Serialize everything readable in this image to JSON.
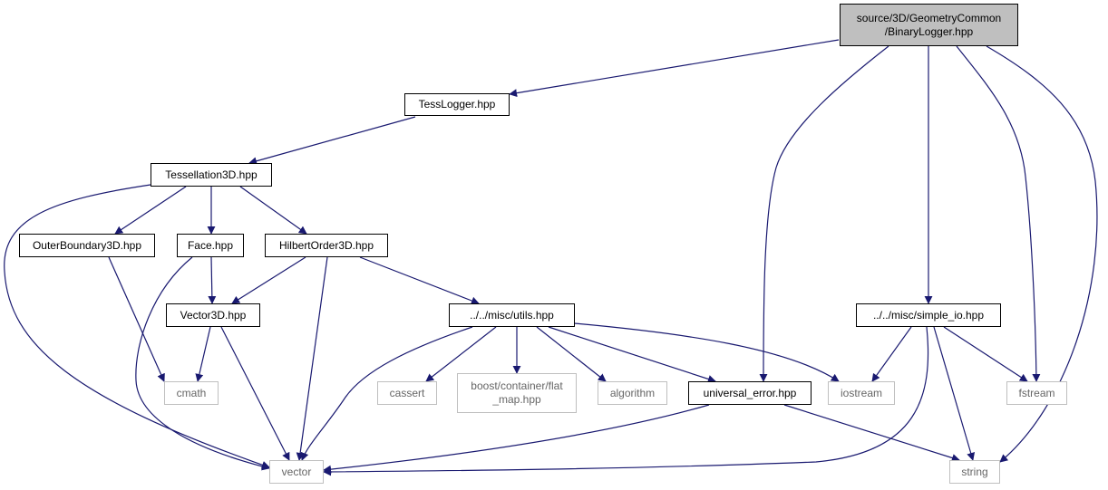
{
  "graph": {
    "title": "source/3D/GeometryCommon/BinaryLogger.hpp",
    "colors": {
      "edge": "#191970",
      "root_fill": "#bfbfbf",
      "node_border": "#000000",
      "system_border": "#bfbfbf",
      "system_text": "#666666"
    },
    "nodes": [
      {
        "id": "root",
        "label": "source/3D/GeometryCommon\n/BinaryLogger.hpp",
        "kind": "root"
      },
      {
        "id": "tesslogger",
        "label": "TessLogger.hpp",
        "kind": "local"
      },
      {
        "id": "tess3d",
        "label": "Tessellation3D.hpp",
        "kind": "local"
      },
      {
        "id": "outer",
        "label": "OuterBoundary3D.hpp",
        "kind": "local"
      },
      {
        "id": "face",
        "label": "Face.hpp",
        "kind": "local"
      },
      {
        "id": "hilbert",
        "label": "HilbertOrder3D.hpp",
        "kind": "local"
      },
      {
        "id": "vector3d",
        "label": "Vector3D.hpp",
        "kind": "local"
      },
      {
        "id": "utils",
        "label": "../../misc/utils.hpp",
        "kind": "local"
      },
      {
        "id": "simpleio",
        "label": "../../misc/simple_io.hpp",
        "kind": "local"
      },
      {
        "id": "univerr",
        "label": "universal_error.hpp",
        "kind": "local"
      },
      {
        "id": "cmath",
        "label": "cmath",
        "kind": "system"
      },
      {
        "id": "cassert",
        "label": "cassert",
        "kind": "system"
      },
      {
        "id": "flatmap",
        "label": "boost/container/flat\n_map.hpp",
        "kind": "system"
      },
      {
        "id": "algorithm",
        "label": "algorithm",
        "kind": "system"
      },
      {
        "id": "iostream",
        "label": "iostream",
        "kind": "system"
      },
      {
        "id": "fstream",
        "label": "fstream",
        "kind": "system"
      },
      {
        "id": "vector",
        "label": "vector",
        "kind": "system"
      },
      {
        "id": "string",
        "label": "string",
        "kind": "system"
      }
    ],
    "edges": [
      {
        "from": "root",
        "to": "tesslogger"
      },
      {
        "from": "root",
        "to": "univerr"
      },
      {
        "from": "root",
        "to": "simpleio"
      },
      {
        "from": "root",
        "to": "fstream"
      },
      {
        "from": "root",
        "to": "string"
      },
      {
        "from": "tesslogger",
        "to": "tess3d"
      },
      {
        "from": "tess3d",
        "to": "outer"
      },
      {
        "from": "tess3d",
        "to": "face"
      },
      {
        "from": "tess3d",
        "to": "hilbert"
      },
      {
        "from": "tess3d",
        "to": "vector"
      },
      {
        "from": "outer",
        "to": "cmath"
      },
      {
        "from": "face",
        "to": "vector3d"
      },
      {
        "from": "face",
        "to": "vector"
      },
      {
        "from": "hilbert",
        "to": "vector3d"
      },
      {
        "from": "hilbert",
        "to": "utils"
      },
      {
        "from": "hilbert",
        "to": "vector"
      },
      {
        "from": "vector3d",
        "to": "cmath"
      },
      {
        "from": "vector3d",
        "to": "vector"
      },
      {
        "from": "utils",
        "to": "vector"
      },
      {
        "from": "utils",
        "to": "cassert"
      },
      {
        "from": "utils",
        "to": "flatmap"
      },
      {
        "from": "utils",
        "to": "algorithm"
      },
      {
        "from": "utils",
        "to": "univerr"
      },
      {
        "from": "utils",
        "to": "iostream"
      },
      {
        "from": "univerr",
        "to": "vector"
      },
      {
        "from": "univerr",
        "to": "string"
      },
      {
        "from": "simpleio",
        "to": "iostream"
      },
      {
        "from": "simpleio",
        "to": "fstream"
      },
      {
        "from": "simpleio",
        "to": "vector"
      },
      {
        "from": "simpleio",
        "to": "string"
      }
    ]
  }
}
